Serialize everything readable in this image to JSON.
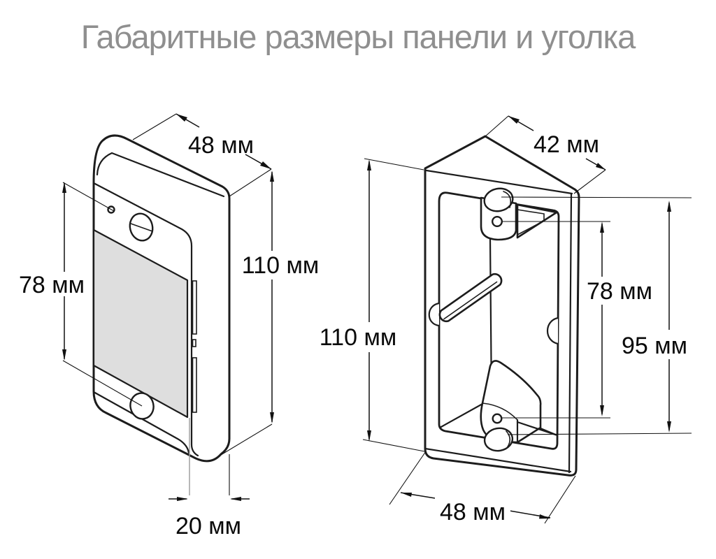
{
  "title": "Габаритные размеры панели и уголка",
  "colors": {
    "title_gray": "#8f8f8f",
    "line_black": "#1c1c1c",
    "panel_screen_fill": "#dedede"
  },
  "panel": {
    "dims": {
      "width": "48 мм",
      "height": "110 мм",
      "hole_spacing": "78 мм",
      "depth": "20 мм"
    }
  },
  "corner_bracket": {
    "dims": {
      "top_width": "42 мм",
      "height": "110 мм",
      "hole_spacing_small": "78 мм",
      "hole_spacing_large": "95 мм",
      "bottom_width": "48 мм"
    }
  }
}
